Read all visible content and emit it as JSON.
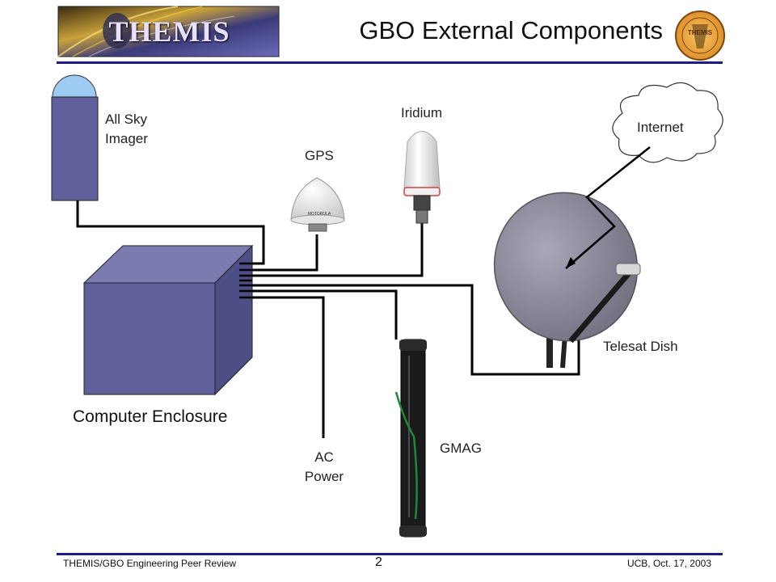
{
  "header": {
    "logo_text": "THEMIS",
    "title": "GBO External Components",
    "badge_text": "THEMIS"
  },
  "labels": {
    "all_sky_imager": [
      "All Sky",
      "Imager"
    ],
    "gps": "GPS",
    "iridium": "Iridium",
    "internet": "Internet",
    "telesat_dish": "Telesat Dish",
    "computer_enclosure": "Computer Enclosure",
    "ac_power": [
      "AC",
      "Power"
    ],
    "gmag": "GMAG",
    "antenna_brand": "MOTOROLA"
  },
  "footer": {
    "left": "THEMIS/GBO Engineering Peer Review",
    "page_number": "2",
    "right": "UCB, Oct. 17, 2003"
  },
  "colors": {
    "accent_rule": "#1c1c8c",
    "box_fill": "#5f5f9c",
    "box_top": "#7b7bb0",
    "dome": "#9ccaf2",
    "dish": "#8a8a9a"
  }
}
